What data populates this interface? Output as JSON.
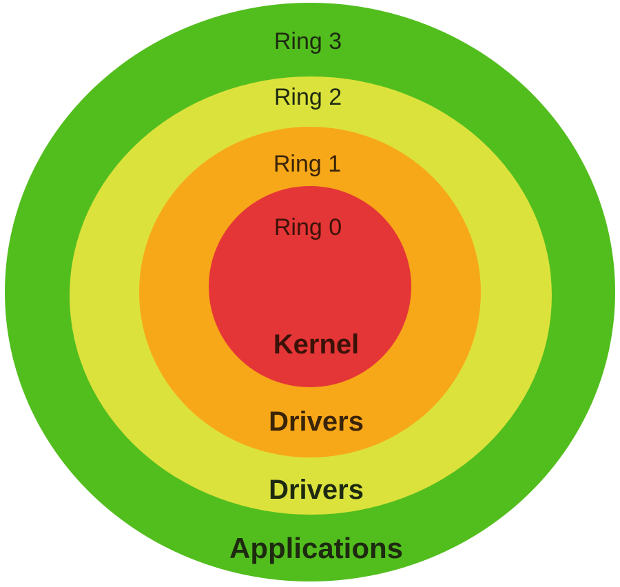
{
  "diagram": {
    "rings": [
      {
        "ring_label": "Ring 3",
        "role_label": "Applications",
        "fill": "#52BE1E",
        "label_color": "#1E2A10"
      },
      {
        "ring_label": "Ring 2",
        "role_label": "Drivers",
        "fill": "#DCE23C",
        "label_color": "#1E2A10"
      },
      {
        "ring_label": "Ring 1",
        "role_label": "Drivers",
        "fill": "#F7A819",
        "label_color": "#3A2408"
      },
      {
        "ring_label": "Ring 0",
        "role_label": "Kernel",
        "fill": "#E43636",
        "label_color": "#3A1208"
      }
    ]
  }
}
